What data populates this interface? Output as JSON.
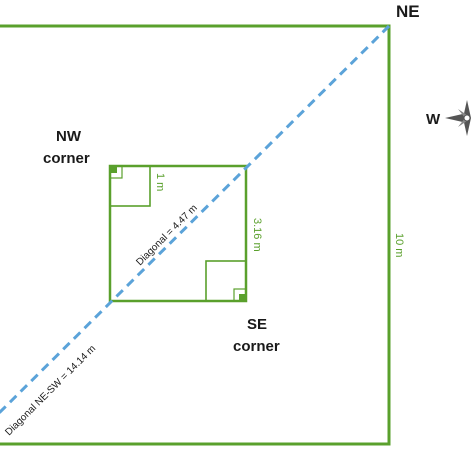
{
  "labels": {
    "ne": "NE",
    "nw_corner_line1": "NW",
    "nw_corner_line2": "corner",
    "se_corner_line1": "SE",
    "se_corner_line2": "corner",
    "west": "W"
  },
  "dimensions": {
    "outer_side": "10 m",
    "inner_side": "3.16 m",
    "small_square": "1 m",
    "inner_diagonal": "Diagonal = 4.47 m",
    "outer_diagonal": "Diagonal NE-SW = 14.14 m"
  },
  "colors": {
    "square_stroke": "#5aa02c",
    "diagonal": "#5ba3d9",
    "text": "#1a1a1a"
  },
  "icons": {
    "compass": "compass-rose-icon"
  }
}
